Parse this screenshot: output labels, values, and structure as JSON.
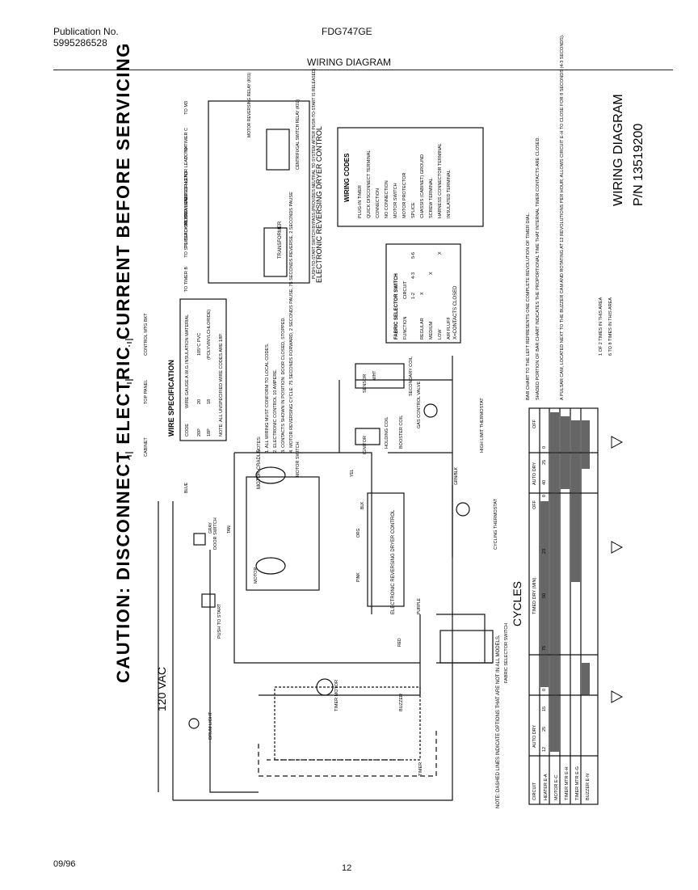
{
  "header": {
    "publication_label": "Publication No.",
    "publication_number": "5995286528",
    "model": "FDG747GE",
    "section_title": "WIRING DIAGRAM"
  },
  "footer": {
    "date": "09/96",
    "page": "12"
  },
  "caution": "CAUTION: DISCONNECT ELECTRIC CURRENT BEFORE SERVICING",
  "supply": "120 VAC",
  "title_block": {
    "title": "WIRING DIAGRAM",
    "part_number": "P/N 13519200"
  },
  "control_block": {
    "label": "ELECTRONIC REVERSING DRYER CONTROL",
    "bypass_note": "PUSH-TO-START SWITCH BYPASS (PROVIDES NEUTRAL TO SYSTEM AFTER PUSH-TO-START IS RELEASED)",
    "terminals_out": [
      "TO M3",
      "TO TIMER C",
      "TO M4",
      "TO RED MOTOR LEAD",
      "TO BROWN MOTOR LEAD",
      "TO BLACK MOTOR LEAD",
      "TO SPLICE",
      "TO SPLICE",
      "TO TIMER B"
    ],
    "relays": [
      "MOTOR REVERSING RELAY (K01)",
      "CENTRIFUGAL SWITCH RELAY (K02)"
    ],
    "transformer": "TRANSFORMER"
  },
  "wiring_codes": {
    "title": "WIRING CODES",
    "items": [
      "PLUG-IN TIMER",
      "QUICK DISCONNECT TERMINAL",
      "CONNECTION",
      "NO CONNECTION",
      "MOTOR SWITCH",
      "MOTOR PROTECTOR",
      "SPLICE",
      "CHASSIS (CABINET) GROUND",
      "SCREW TERMINAL",
      "HARNESS CONNECTOR TERMINAL",
      "INSULATED TERMINAL"
    ]
  },
  "wire_spec": {
    "title": "WIRE SPECIFICATION",
    "headers": [
      "CODE",
      "WIRE GAUGE A.W.G.",
      "INSULATION MATERIAL"
    ],
    "rows": [
      [
        "20P",
        "20",
        "105°C PVC"
      ],
      [
        "18P",
        "18",
        "(POLYVINYLCHLORIDE)"
      ]
    ],
    "note": "NOTE: ALL UNSPECIFIED WIRE CODES ARE 18P."
  },
  "fabric_switch": {
    "title": "FABRIC SELECTOR SWITCH",
    "headers": [
      "FUNCTION",
      "CIRCUIT"
    ],
    "circuits": [
      "1-2",
      "4-3",
      "5-6"
    ],
    "rows": [
      [
        "REGULAR",
        "X",
        "",
        ""
      ],
      [
        "MEDIUM",
        "",
        "X",
        ""
      ],
      [
        "LOW",
        "",
        "",
        "X"
      ],
      [
        "AIR FLUFF",
        "",
        "",
        ""
      ]
    ],
    "note": "X=CONTACTS CLOSED"
  },
  "notes": [
    "NOTES:",
    "1. ALL WIRING MUST CONFORM TO LOCAL CODES.",
    "2. ELECTRONIC CONTROL 10 AMPERE.",
    "3. CONTACTS SHOWN IN POSITION: DOOR CLOSED, STOPPED.",
    "4. MOTOR REVERSING CYCLE: 75 SECONDS FORWARD, 2 SECONDS PAUSE, 75 SECONDS REVERSE, 2 SECONDS PAUSE"
  ],
  "cycle_notes": [
    "BAR CHART TO THE LEFT REPRESENTS ONE COMPLETE REVOLUTION OF TIMER DIAL.",
    "SHADED PORTION OF BAR CHART INDICATES THE PROPORTIONAL TIME THAT INTERNAL TIMER CONTACTS ARE CLOSED.",
    "A PULSAR CAM, LOCATED NEXT TO THE BUZZER CAM AND ROTATING AT 12 REVOLUTIONS PER HOUR, ALLOWS CIRCUIT E-H TO CLOSE FOR 8 SECONDS (4-3 SECONDS).",
    "1 OF 2 TIMES IN THIS AREA",
    "6 TO 8 TIMES IN THIS AREA"
  ],
  "cycles": {
    "title": "CYCLES",
    "headers": [
      "CIRCUIT",
      "AUTO DRY",
      "TIMED DRY (MIN)",
      "OFF",
      "AUTO DRY",
      "OFF"
    ],
    "circuit_rows": [
      "HEATER E-A",
      "MOTOR E-C",
      "TIMER MTR E-H",
      "TIMER MTR E-G",
      "BUZZER E-N"
    ],
    "tick_values": [
      "12",
      "25",
      "15",
      "0",
      "75",
      "50",
      "23",
      "0",
      "40",
      "25",
      "0"
    ]
  },
  "components": [
    "DRUM LIGHT",
    "PUSH TO START",
    "DOOR SWITCH",
    "MOTOR",
    "ELECTRONIC REVERSING DRYER CONTROL",
    "TIMER MOTOR",
    "BUZZER",
    "TIMER",
    "FABRIC SELECTOR SWITCH",
    "HIGH LIMIT THERMOSTAT",
    "CYCLING THERMOSTAT",
    "IGNITOR",
    "SENSOR",
    "GAS CONTROL VALVE",
    "BOOSTER COIL",
    "HOLDING COIL",
    "SECONDARY COIL",
    "CABINET",
    "TOP PANEL",
    "CONTROL MTG BKT",
    "MOTOR CRADLE",
    "MOTOR SWITCH"
  ],
  "wire_colors": [
    "BLUE",
    "GRAY",
    "TAN",
    "RED",
    "PURPLE",
    "YEL",
    "BLK",
    "ORG",
    "WHT",
    "PINK",
    "GRN/BLK"
  ],
  "legend_note": "NOTE: DASHED LINES INDICATE OPTIONS THAT ARE NOT IN ALL MODELS."
}
